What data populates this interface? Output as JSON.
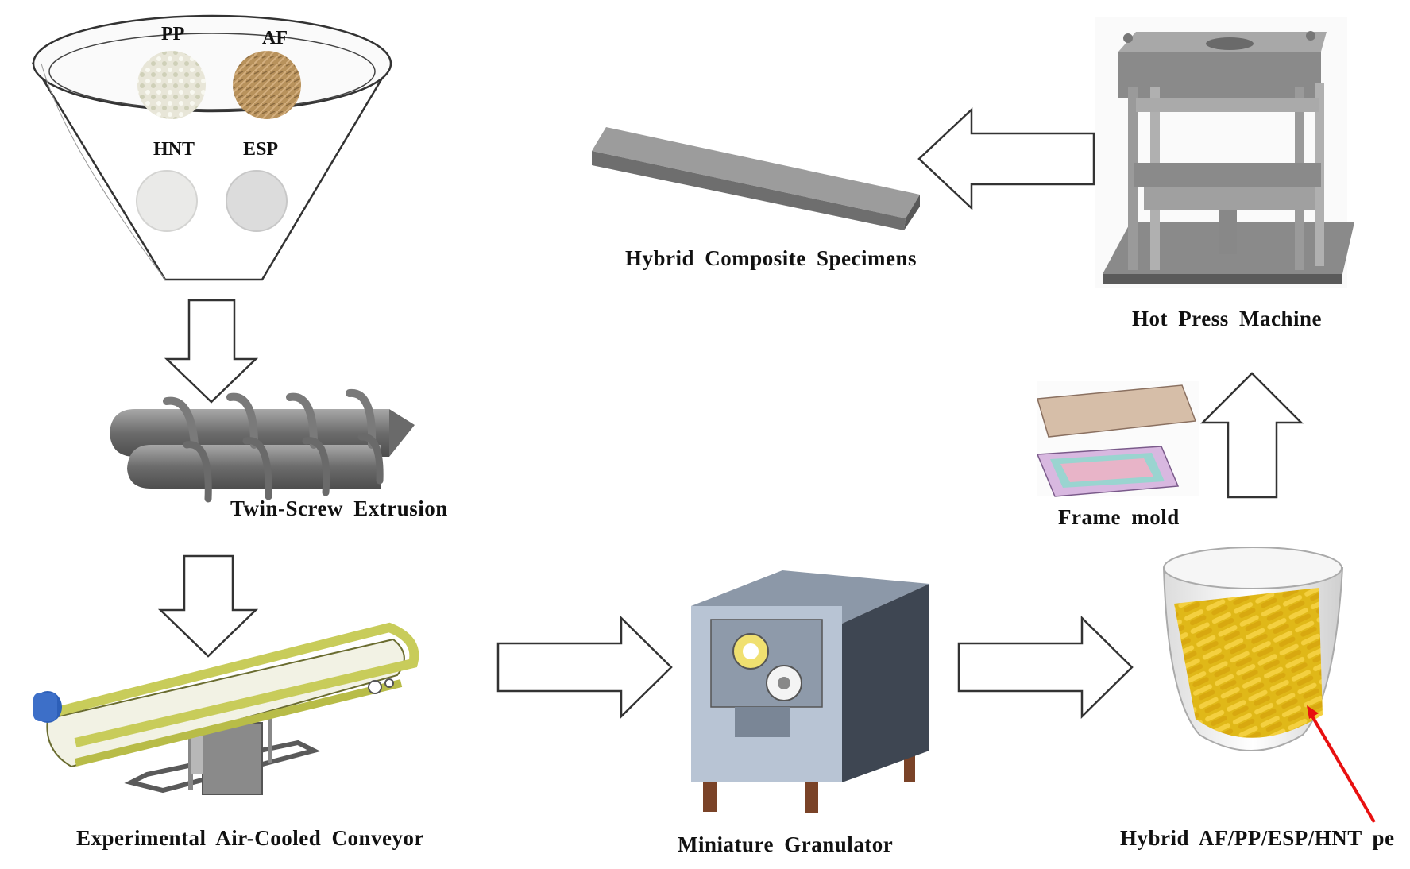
{
  "hopper": {
    "materials": [
      {
        "label": "PP",
        "color": "#e8e6d8"
      },
      {
        "label": "AF",
        "color": "#b8925c"
      },
      {
        "label": "HNT",
        "color": "#ececea"
      },
      {
        "label": "ESP",
        "color": "#dcdcdc"
      }
    ]
  },
  "steps": {
    "extrusion": "Twin-Screw Extrusion",
    "conveyor": "Experimental Air-Cooled Conveyor",
    "granulator": "Miniature Granulator",
    "pellets": "Hybrid AF/PP/ESP/HNT pe",
    "frame_mold": "Frame mold",
    "hot_press": "Hot Press Machine",
    "specimens": "Hybrid Composite Specimens"
  },
  "colors": {
    "arrow_stroke": "#333333",
    "machine_gray": "#8a8a8a",
    "conveyor_frame": "#c8cc5a",
    "pellet_yellow": "#e8c020",
    "pointer_red": "#e81010",
    "granulator_front": "#b8c4d4",
    "mold_top": "#d6bea8",
    "mold_bottom": "#d8b8e0"
  }
}
